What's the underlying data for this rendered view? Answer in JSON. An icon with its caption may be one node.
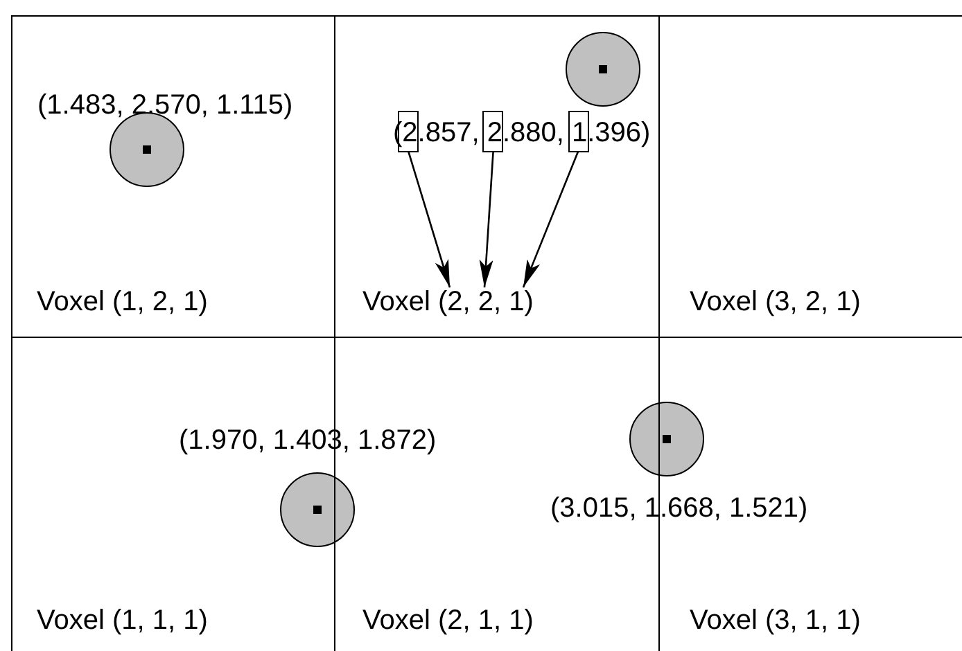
{
  "diagram": {
    "nodes": [
      {
        "text": [],
        "shape": "box"
      },
      {
        "text": [],
        "shape": "box"
      },
      {
        "text": [],
        "shape": "box"
      },
      {
        "text": [],
        "shape": "box"
      },
      {
        "text": [],
        "shape": "box"
      },
      {
        "text": [],
        "shape": "box"
      },
      {
        "text": [
          "Voxel (1, 2, 1)"
        ],
        "in": 0
      },
      {
        "text": [
          "Voxel (2, 2, 1)"
        ],
        "in": 1
      },
      {
        "text": [
          "Voxel (3, 2, 1)"
        ],
        "in": 2
      },
      {
        "text": [
          "Voxel (1, 1, 1)"
        ],
        "in": 3
      },
      {
        "text": [
          "Voxel (2, 1, 1)"
        ],
        "in": 4
      },
      {
        "text": [
          "Voxel (3, 1, 1)"
        ],
        "in": 5
      },
      {
        "text": [],
        "shape": "circle",
        "in": 0,
        "beside": [
          "(1.483, 2.570, 1.115)"
        ]
      },
      {
        "text": [],
        "shape": "circle",
        "in": 1
      },
      {
        "text": [
          "(2.857, 2.880, 1.396)"
        ],
        "in": 1
      },
      {
        "text": [],
        "shape": "box",
        "in": 14
      },
      {
        "text": [],
        "shape": "box",
        "in": 14
      },
      {
        "text": [],
        "shape": "box",
        "in": 14
      },
      {
        "text": [],
        "shape": "circle",
        "beside": [
          "(1.970, 1.403, 1.872)"
        ]
      },
      {
        "text": [],
        "shape": "circle",
        "beside": [
          "(3.015, 1.668, 1.521)"
        ]
      }
    ],
    "edges": [
      {
        "from": 15,
        "to": 7,
        "arrow": "to"
      },
      {
        "from": 16,
        "to": 7,
        "arrow": "to"
      },
      {
        "from": 17,
        "to": 7,
        "arrow": "to"
      }
    ]
  }
}
